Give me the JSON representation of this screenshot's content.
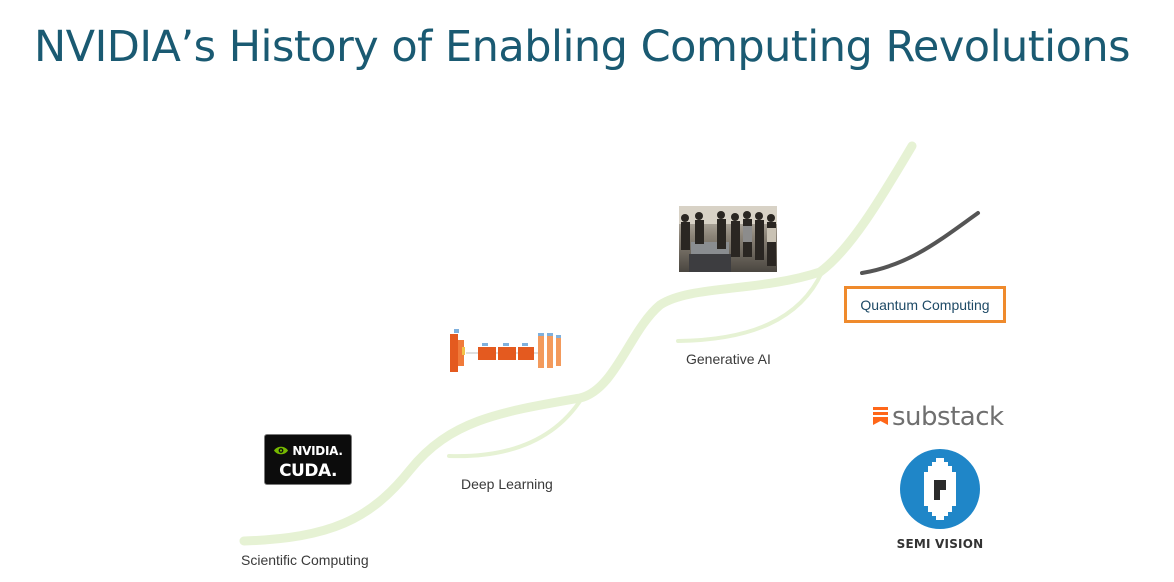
{
  "title": "NVIDIA’s History of Enabling Computing Revolutions",
  "stages": [
    {
      "label": "Scientific Computing"
    },
    {
      "label": "Deep Learning"
    },
    {
      "label": "Generative AI"
    },
    {
      "label": "Quantum Computing",
      "highlighted": true
    }
  ],
  "cuda_logo": {
    "brand": "NVIDIA.",
    "product": "CUDA."
  },
  "watermark": {
    "substack": "substack",
    "semi_vision": "SEMI VISION"
  },
  "icons": [
    "nvidia-eye-icon",
    "neural-network-icon",
    "team-photo",
    "substack-icon",
    "semi-vision-logo"
  ],
  "colors": {
    "title": "#1a5a72",
    "curve": "#e6f2d4",
    "quantum_curve": "#555555",
    "highlight_border": "#ef8a2c",
    "nvidia_green": "#76b900",
    "substack_orange": "#ff6719",
    "semi_vision_blue": "#1f86c8"
  }
}
